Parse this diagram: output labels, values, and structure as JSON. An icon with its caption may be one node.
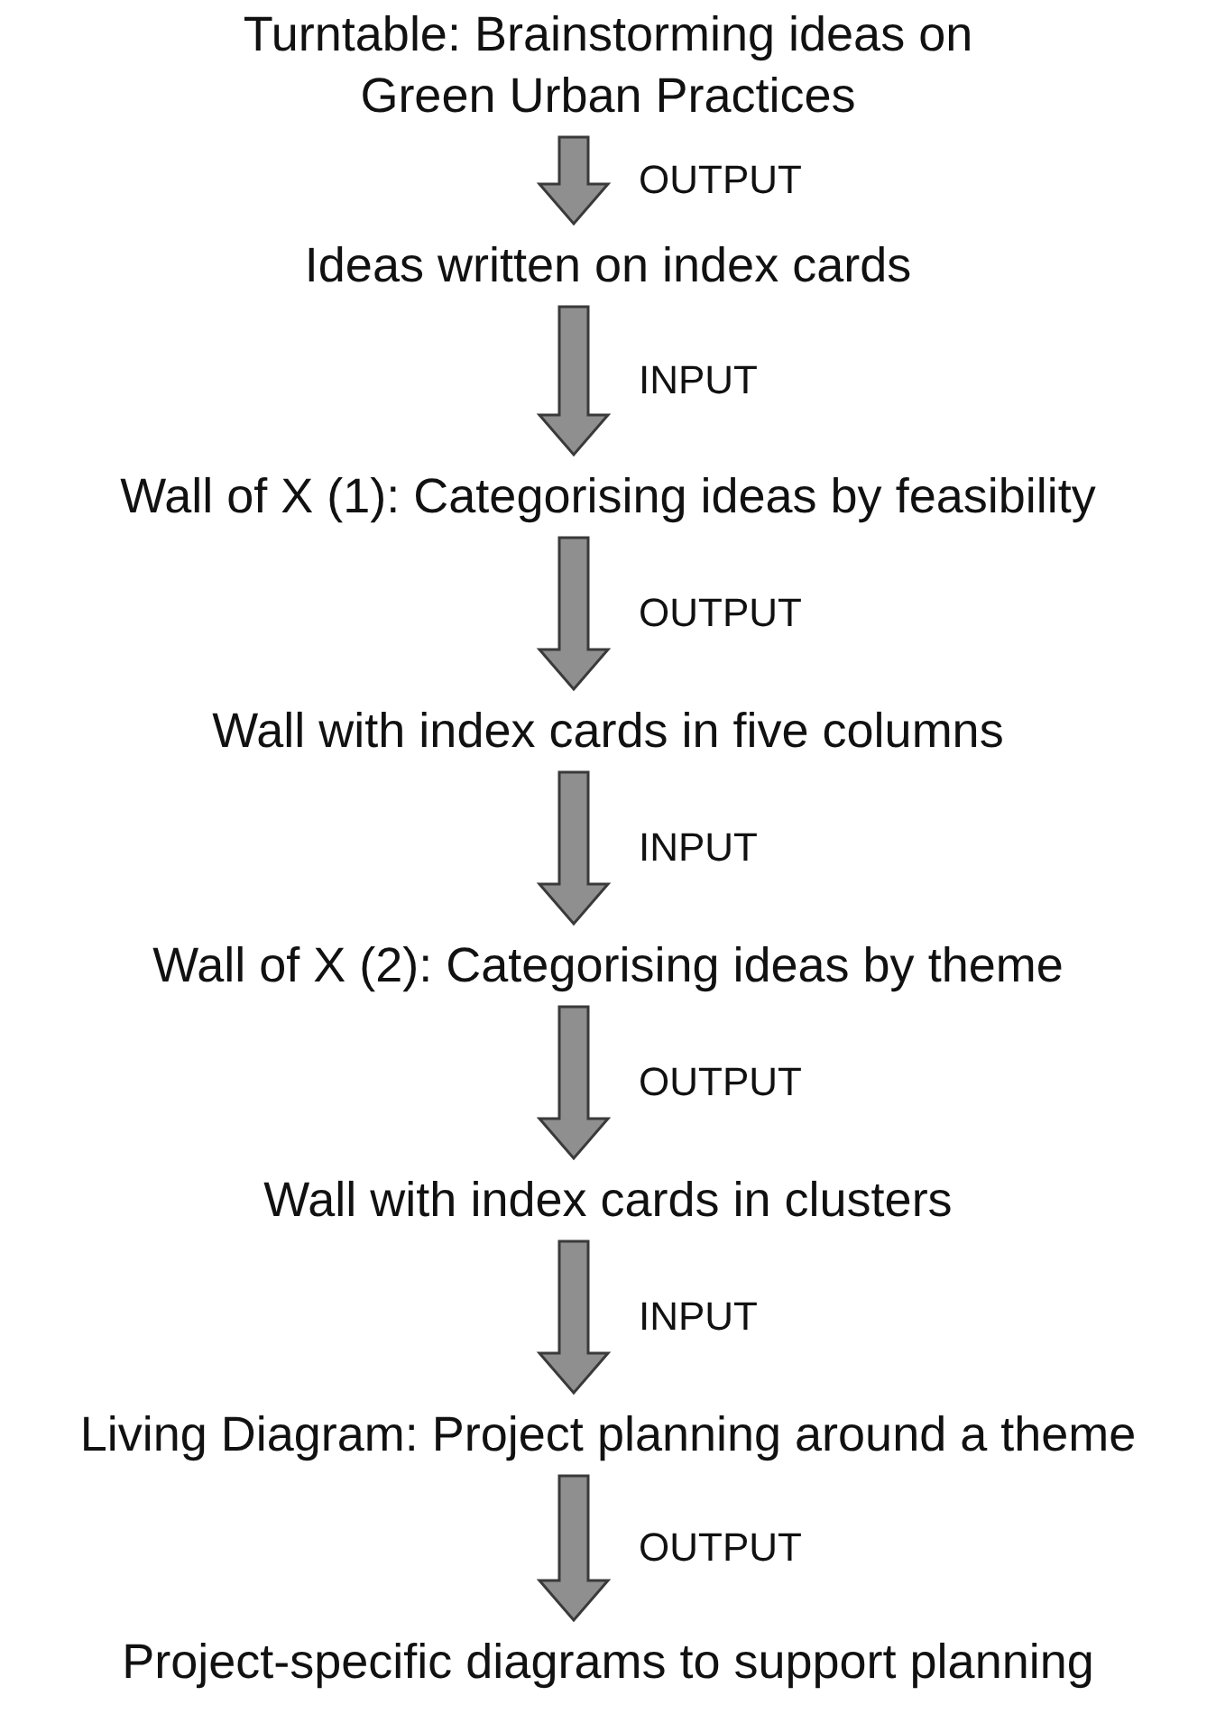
{
  "diagram": {
    "nodes": [
      {
        "text": [
          "Turntable: Brainstorming ideas on Green Urban Practices"
        ]
      },
      {
        "text": [
          "Ideas written on index cards"
        ]
      },
      {
        "text": [
          "Wall of X (1): Categorising ideas by feasibility"
        ]
      },
      {
        "text": [
          "Wall with index cards in five columns"
        ]
      },
      {
        "text": [
          "Wall of X (2): Categorising ideas by theme"
        ]
      },
      {
        "text": [
          "Wall with index cards in clusters"
        ]
      },
      {
        "text": [
          "Living Diagram: Project planning around a theme"
        ]
      },
      {
        "text": [
          "Project-specific diagrams to support planning"
        ]
      }
    ],
    "edges": [
      {
        "from": 0,
        "to": 1,
        "arrow": "to",
        "label": "OUTPUT",
        "style": "thick"
      },
      {
        "from": 1,
        "to": 2,
        "arrow": "to",
        "label": "INPUT",
        "style": "thick"
      },
      {
        "from": 2,
        "to": 3,
        "arrow": "to",
        "label": "OUTPUT",
        "style": "thick"
      },
      {
        "from": 3,
        "to": 4,
        "arrow": "to",
        "label": "INPUT",
        "style": "thick"
      },
      {
        "from": 4,
        "to": 5,
        "arrow": "to",
        "label": "OUTPUT",
        "style": "thick"
      },
      {
        "from": 5,
        "to": 6,
        "arrow": "to",
        "label": "INPUT",
        "style": "thick"
      },
      {
        "from": 6,
        "to": 7,
        "arrow": "to",
        "label": "OUTPUT",
        "style": "thick"
      }
    ]
  }
}
